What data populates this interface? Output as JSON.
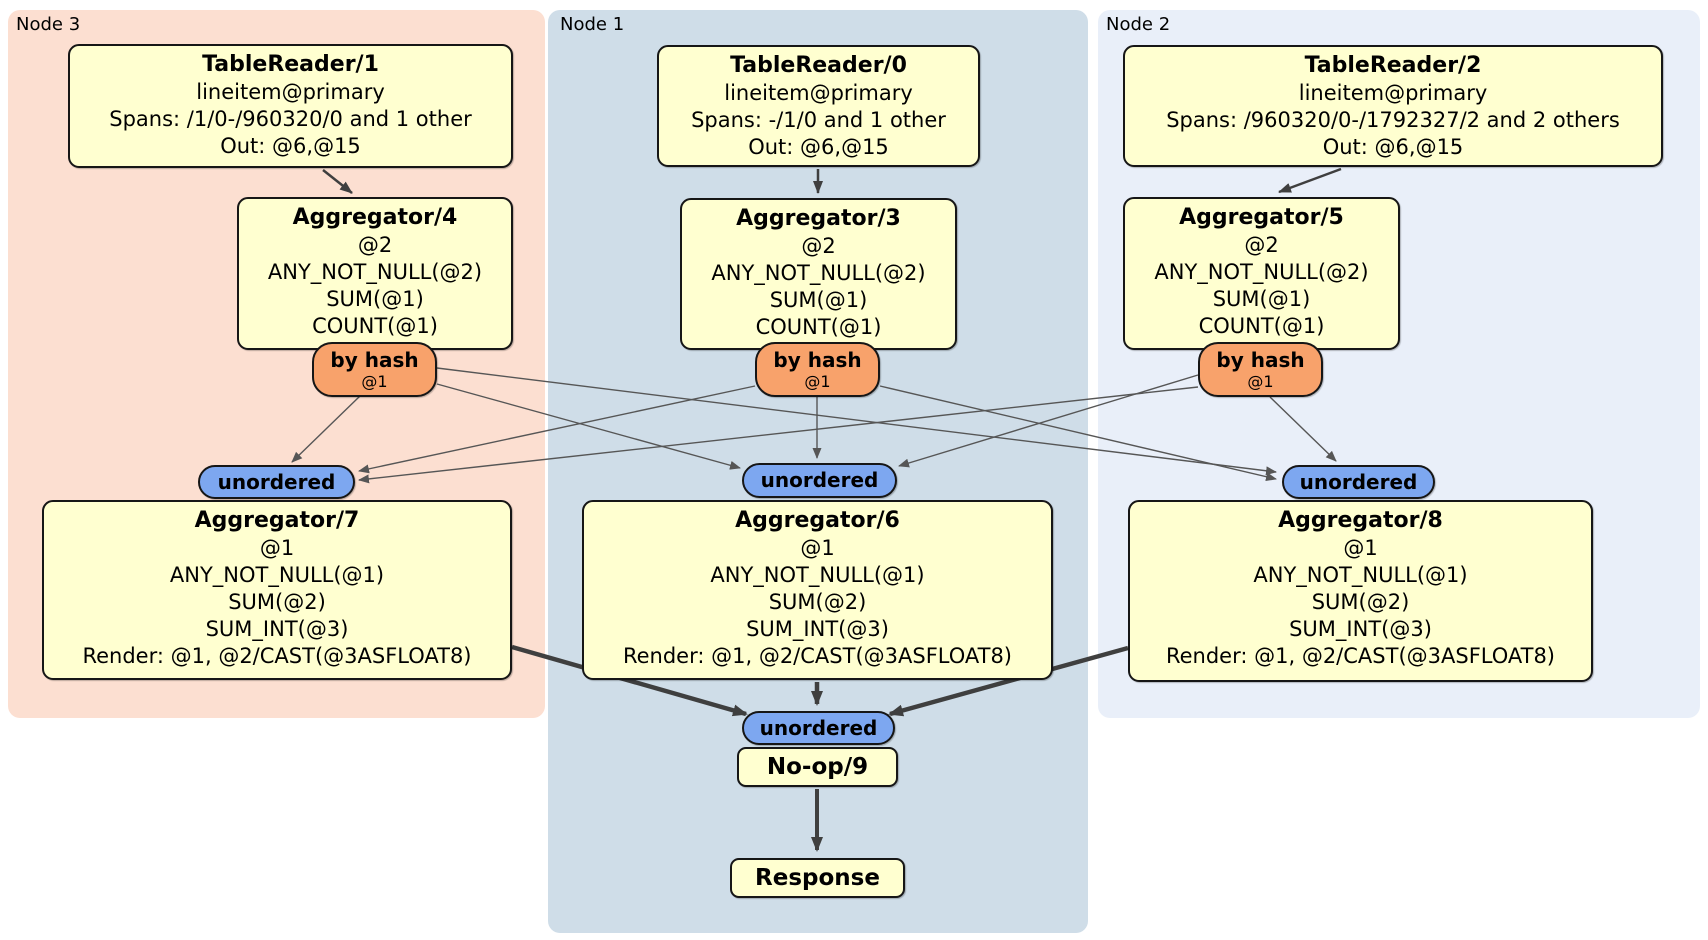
{
  "diagram": {
    "panels": [
      {
        "key": "node3",
        "label": "Node 3"
      },
      {
        "key": "node1",
        "label": "Node 1"
      },
      {
        "key": "node2",
        "label": "Node 2"
      }
    ],
    "processors": {
      "tr1": {
        "title": "TableReader/1",
        "lines": [
          "lineitem@primary",
          "Spans: /1/0-/960320/0 and 1 other",
          "Out: @6,@15"
        ]
      },
      "tr0": {
        "title": "TableReader/0",
        "lines": [
          "lineitem@primary",
          "Spans: -/1/0 and 1 other",
          "Out: @6,@15"
        ]
      },
      "tr2": {
        "title": "TableReader/2",
        "lines": [
          "lineitem@primary",
          "Spans: /960320/0-/1792327/2 and 2 others",
          "Out: @6,@15"
        ]
      },
      "agg4": {
        "title": "Aggregator/4",
        "lines": [
          "@2",
          "ANY_NOT_NULL(@2)",
          "SUM(@1)",
          "COUNT(@1)"
        ]
      },
      "agg3": {
        "title": "Aggregator/3",
        "lines": [
          "@2",
          "ANY_NOT_NULL(@2)",
          "SUM(@1)",
          "COUNT(@1)"
        ]
      },
      "agg5": {
        "title": "Aggregator/5",
        "lines": [
          "@2",
          "ANY_NOT_NULL(@2)",
          "SUM(@1)",
          "COUNT(@1)"
        ]
      },
      "agg7": {
        "title": "Aggregator/7",
        "lines": [
          "@1",
          "ANY_NOT_NULL(@1)",
          "SUM(@2)",
          "SUM_INT(@3)",
          "Render: @1, @2/CAST(@3ASFLOAT8)"
        ]
      },
      "agg6": {
        "title": "Aggregator/6",
        "lines": [
          "@1",
          "ANY_NOT_NULL(@1)",
          "SUM(@2)",
          "SUM_INT(@3)",
          "Render: @1, @2/CAST(@3ASFLOAT8)"
        ]
      },
      "agg8": {
        "title": "Aggregator/8",
        "lines": [
          "@1",
          "ANY_NOT_NULL(@1)",
          "SUM(@2)",
          "SUM_INT(@3)",
          "Render: @1, @2/CAST(@3ASFLOAT8)"
        ]
      },
      "noop": {
        "title": "No-op/9"
      },
      "response": {
        "title": "Response"
      }
    },
    "routers": {
      "byhash4": {
        "label": "by hash",
        "detail": "@1"
      },
      "byhash3": {
        "label": "by hash",
        "detail": "@1"
      },
      "byhash5": {
        "label": "by hash",
        "detail": "@1"
      }
    },
    "synchronizers": {
      "u7": "unordered",
      "u6": "unordered",
      "u8": "unordered",
      "u9": "unordered"
    },
    "colors": {
      "panel_node3_fill": "#fcdfd1",
      "panel_node1_fill": "#cfdde8",
      "panel_node2_fill": "#e9eff9",
      "processor_fill": "#ffffd0",
      "router_fill": "#f8a26b",
      "synchronizer_fill": "#7da7f0",
      "node_border": "#161616",
      "edge_thin": "#565656",
      "edge_thick": "#3f3f3f"
    }
  }
}
